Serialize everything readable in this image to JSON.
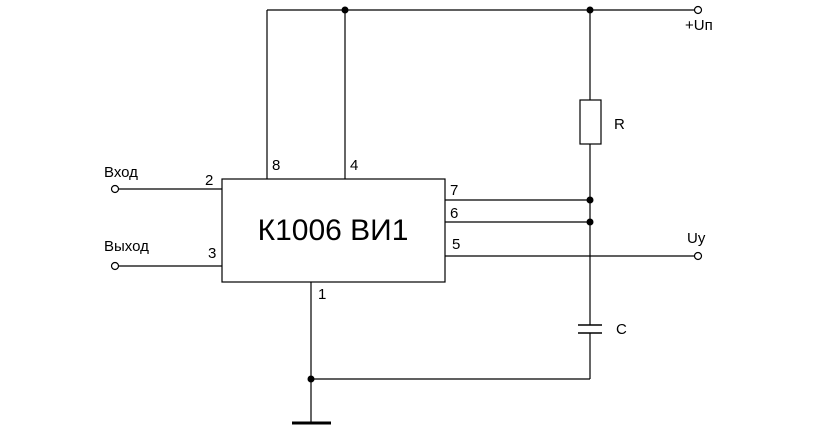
{
  "chip": {
    "label": "К1006 ВИ1",
    "pins": {
      "p1": "1",
      "p2": "2",
      "p3": "3",
      "p4": "4",
      "p5": "5",
      "p6": "6",
      "p7": "7",
      "p8": "8"
    }
  },
  "components": {
    "resistor": "R",
    "capacitor": "C"
  },
  "terminals": {
    "input": "Вход",
    "output": "Выход",
    "supply": "+Uп",
    "control": "Uу"
  }
}
